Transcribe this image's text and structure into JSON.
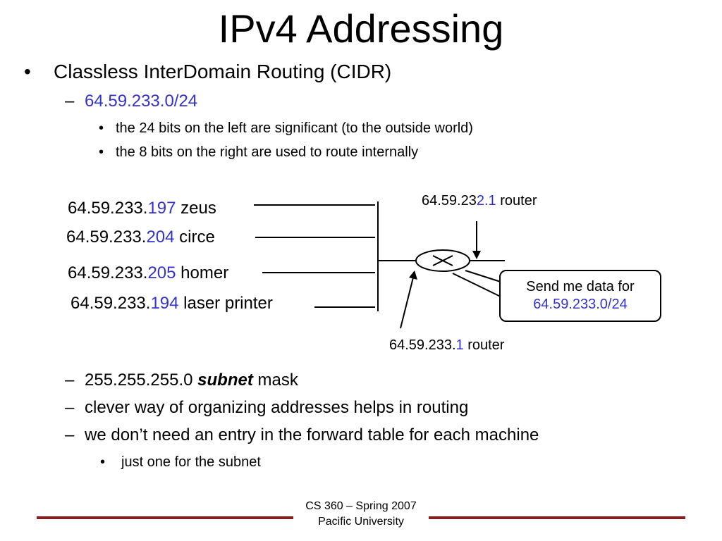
{
  "title": "IPv4 Addressing",
  "bullet1": {
    "marker": "•",
    "text": "Classless InterDomain Routing (CIDR)",
    "sub1": {
      "marker": "–",
      "text": "64.59.233.0/24",
      "items": [
        {
          "marker": "•",
          "text": "the 24 bits on the left are significant (to the outside world)"
        },
        {
          "marker": "•",
          "text": "the 8 bits on the right are used to route internally"
        }
      ]
    }
  },
  "diagram": {
    "hosts": [
      {
        "prefix": "64.59.233.",
        "suffix": "197",
        "name": " zeus"
      },
      {
        "prefix": "64.59.233.",
        "suffix": "204",
        "name": " circe"
      },
      {
        "prefix": "64.59.233.",
        "suffix": "205",
        "name": " homer"
      },
      {
        "prefix": "64.59.233.",
        "suffix": "194",
        "name": " laser printer"
      }
    ],
    "router_top": {
      "prefix": "64.59.23",
      "suffix": "2.1",
      "name": " router"
    },
    "router_bottom": {
      "prefix": "64.59.233.",
      "suffix": "1",
      "name": " router"
    },
    "callout": {
      "line1": "Send me data for",
      "line2": "64.59.233.0/24"
    },
    "router_symbol": "×"
  },
  "bullet2": [
    {
      "marker": "–",
      "pre": "255.255.255.0 ",
      "bold": "subnet",
      "post": " mask"
    },
    {
      "marker": "–",
      "text": "clever way of organizing addresses helps in routing"
    },
    {
      "marker": "–",
      "text": "we don’t need an entry in the forward table for each machine"
    }
  ],
  "bullet3": {
    "marker": "•",
    "text": "just one for the subnet"
  },
  "footer": {
    "line1": "CS 360 – Spring 2007",
    "line2": "Pacific University"
  },
  "colors": {
    "accent_blue": "#3333cc",
    "footer_rule": "#8b1a1a"
  }
}
